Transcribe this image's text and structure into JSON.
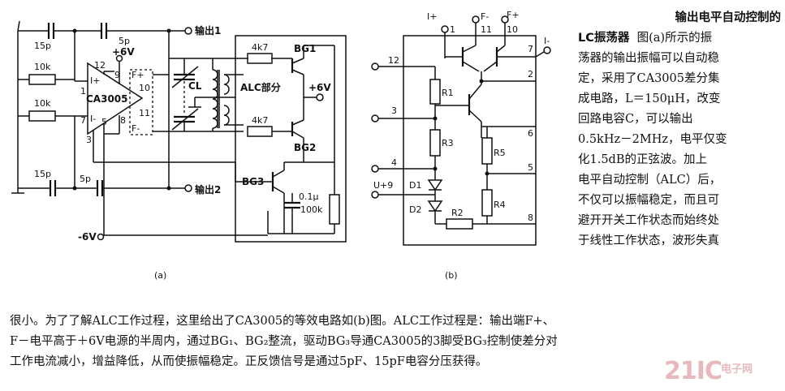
{
  "circuit_a": {
    "caption": "(a)",
    "labels": {
      "out1": "输出1",
      "out2": "输出2",
      "c15p_top": "15p",
      "c5p_top": "5p",
      "r10k_1": "10k",
      "r10k_2": "10k",
      "c15p_bot": "15p",
      "c5p_bot": "5p",
      "pin12": "12",
      "pin9": "9",
      "plus6v": "+6V",
      "i_plus": "I+",
      "i_minus": "I-",
      "pin1": "1",
      "pin7": "7",
      "chip": "CA3005",
      "pin5": "5",
      "pin8": "8",
      "pin3": "3",
      "f_plus": "F+",
      "pin10": "10",
      "pin11": "11",
      "f_minus": "F-",
      "cl": "CL",
      "r4k7_1": "4k7",
      "r4k7_2": "4k7",
      "bg1": "BG1",
      "bg2": "BG2",
      "bg3": "BG3",
      "alc": "ALC部分",
      "plus6v_alc": "+6V",
      "c01u": "0.1μ",
      "r100k": "100k",
      "minus6v": "-6V"
    }
  },
  "circuit_b": {
    "caption": "(b)",
    "labels": {
      "i_plus_top": "I+",
      "f_minus_top": "F-",
      "f_plus_top": "F+",
      "p1": "1",
      "p11": "11",
      "p10": "10",
      "p7": "7",
      "i_minus": "I-",
      "p12": "12",
      "p3": "3",
      "p4": "4",
      "p2": "2",
      "p6": "6",
      "p5": "5",
      "p8": "8",
      "u9": "U+9",
      "r1": "R1",
      "r3": "R3",
      "r5": "R5",
      "r4": "R4",
      "r2": "R2",
      "d1": "D1",
      "d2": "D2"
    }
  },
  "description": {
    "title": "输出电平自动控制的LC振荡器",
    "right_lines": [
      "图(a)所示的振",
      "荡器的输出振幅可以自动稳",
      "定，采用了CA3005差分集",
      "成电路，L＝150μH，改变",
      "回路电容C，可以输出",
      "0.5kHz－2MHz，电平仅变",
      "化1.5dB的正弦波。加上",
      "电平自动控制（ALC）后，",
      "不仅可以振幅稳定，而且可",
      "避开开关工作状态而始终处",
      "于线性工作状态，波形失真"
    ],
    "bottom_lines": [
      "很小。为了了解ALC工作过程，这里给出了CA3005的等效电路如(b)图。ALC工作过程是：输出端F+、",
      "F－电平高于＋6V电源的半周内，通过BG₁、BG₂整流，驱动BG₃导通CA3005的3脚受BG₃控制使差分对",
      "工作电流减小，增益降低，从而使振幅稳定。正反馈信号是通过5pF、15pF电容分压获得。"
    ]
  },
  "watermark": {
    "main": "21IC",
    "sub": "电子网"
  }
}
